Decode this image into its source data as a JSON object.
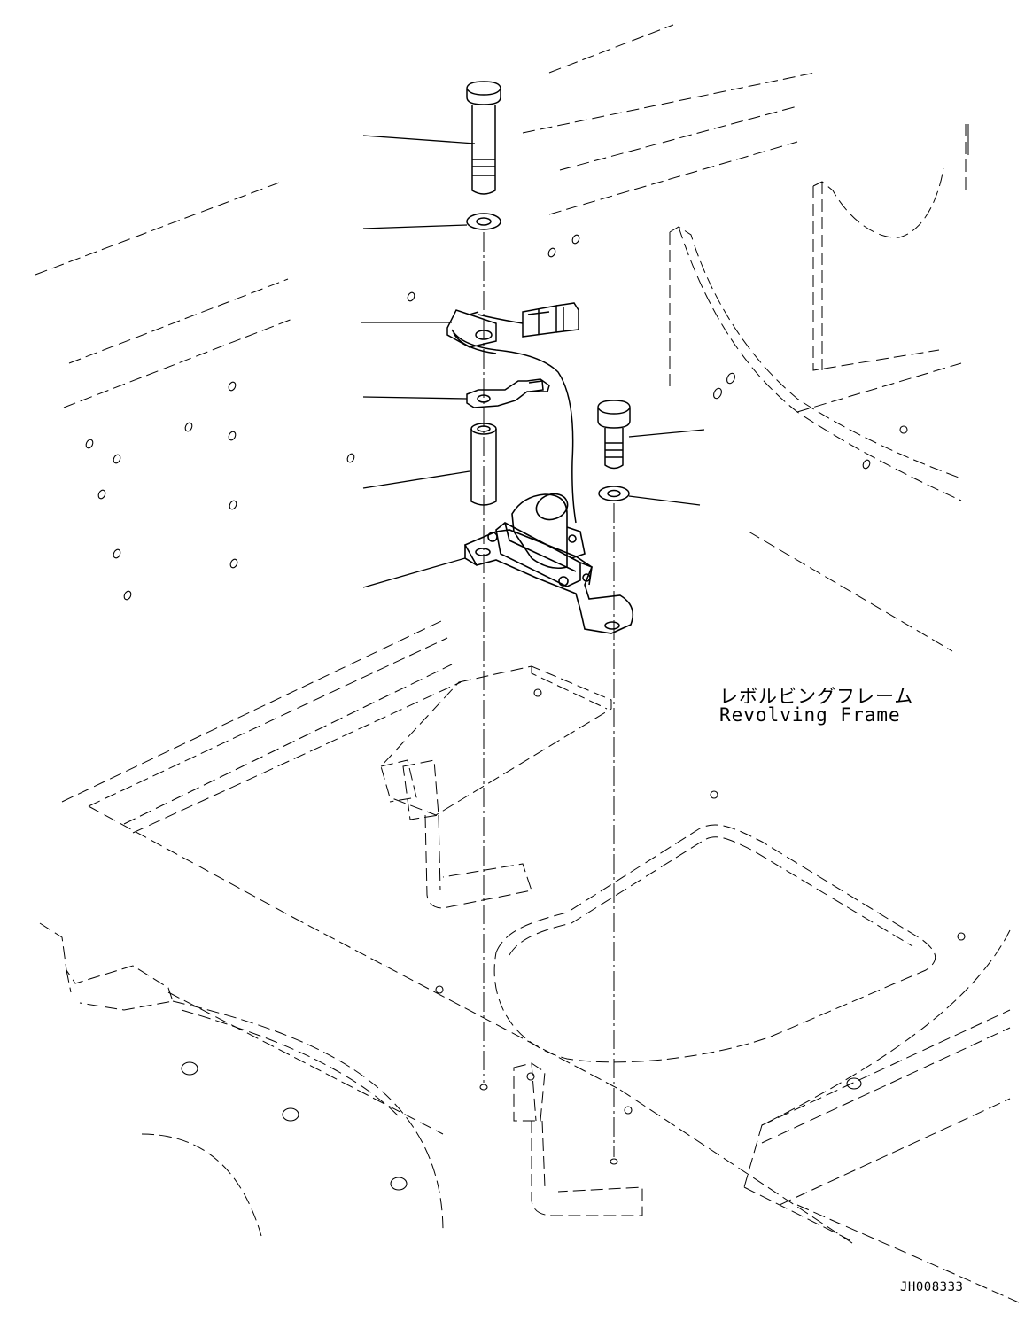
{
  "labels": {
    "frame_jp": "レボルビングフレーム",
    "frame_en": "Revolving Frame"
  },
  "drawing_id": "JH008333"
}
